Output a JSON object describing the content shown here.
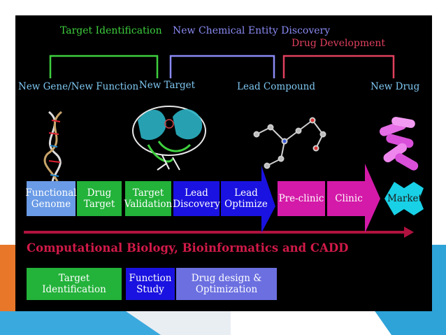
{
  "stages": {
    "target_identification": "Target\nIdentification",
    "nce_discovery": "New Chemical\nEntity Discovery",
    "drug_development": "Drug Development"
  },
  "categories": {
    "new_gene": "New Gene/New\nFunction",
    "new_target": "New Target",
    "lead_compound": "Lead Compound",
    "new_drug": "New Drug"
  },
  "pipeline": [
    {
      "label": "Functional\nGenome",
      "color": "#6a9be6"
    },
    {
      "label": "Drug\nTarget",
      "color": "#23b23a"
    },
    {
      "label": "Target\nValidation",
      "color": "#23b23a"
    },
    {
      "label": "Lead\nDiscovery",
      "color": "#1a12e0"
    },
    {
      "label": "Lead\nOptimize",
      "color": "#1a12e0"
    },
    {
      "label": "Pre-clinic",
      "color": "#d41aa8"
    },
    {
      "label": "Clinic",
      "color": "#d41aa8"
    },
    {
      "label": "Market",
      "color": "#19d1e6"
    }
  ],
  "footer": {
    "title": "Computational Biology, Bioinformatics and CADD",
    "boxes": [
      {
        "label": "Target\nIdentification",
        "color": "#23b23a"
      },
      {
        "label": "Function\nStudy",
        "color": "#1a12e0"
      },
      {
        "label": "Drug design &\nOptimization",
        "color": "#6b6fe0"
      }
    ]
  },
  "colors": {
    "target_identification": "#3ecf3e",
    "nce_discovery": "#8a8af5",
    "drug_development": "#e0405e",
    "category_text": "#7fc7f2",
    "arrow": "#b0123f"
  }
}
